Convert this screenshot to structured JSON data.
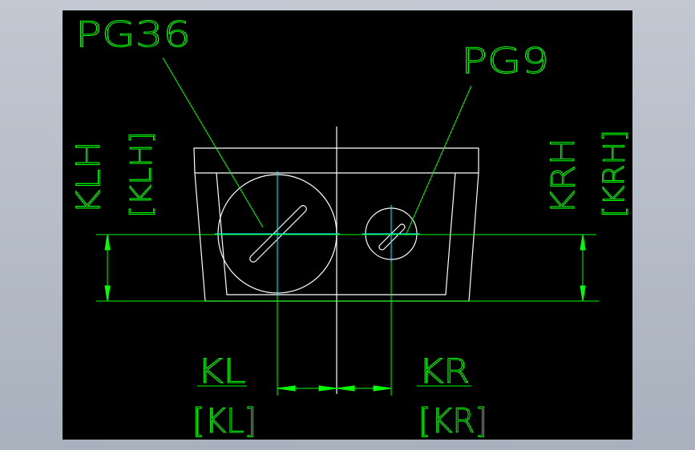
{
  "labels": {
    "pg36": "PG36",
    "pg9": "PG9",
    "klh": "KLH",
    "klh_ref": "[KLH]",
    "krh": "KRH",
    "krh_ref": "[KRH]",
    "kl": "KL",
    "kl_ref": "[KL]",
    "kr": "KR",
    "kr_ref": "[KR]"
  },
  "colors": {
    "background": "#000000",
    "outline": "#ffffff",
    "dimension": "#00ff00",
    "centerline": "#00ffff"
  }
}
